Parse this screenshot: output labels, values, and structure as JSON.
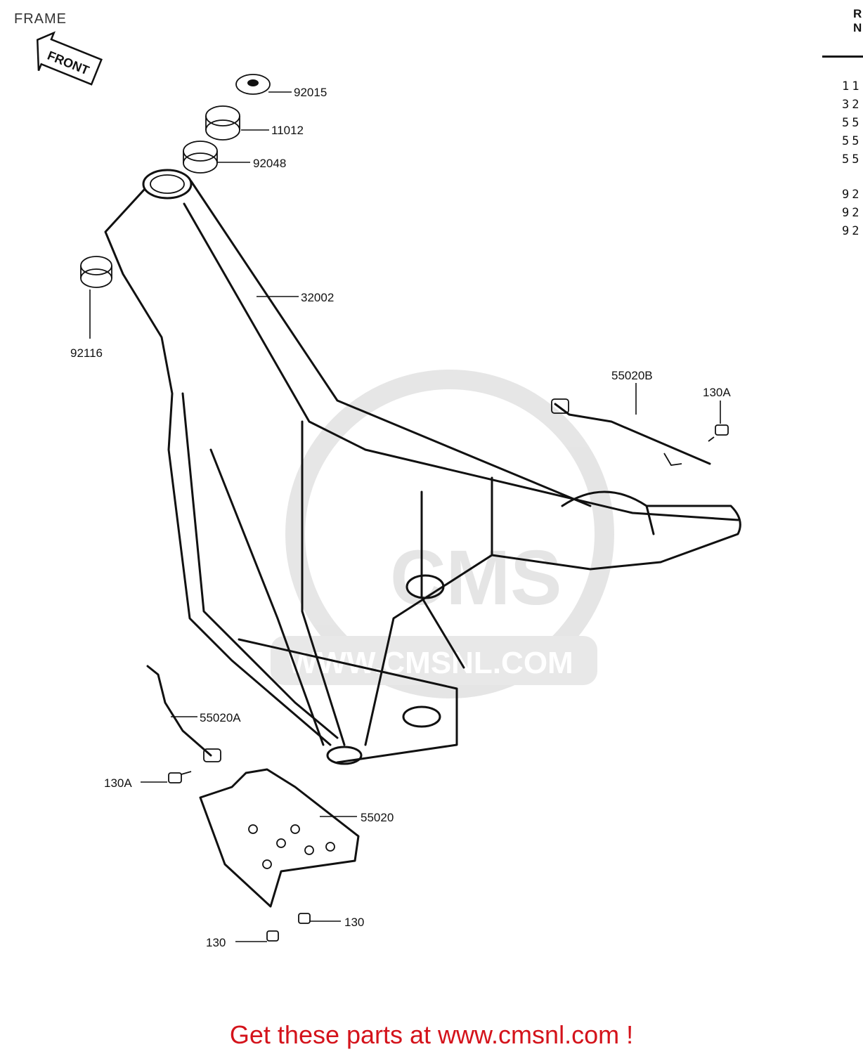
{
  "header": {
    "title": "FRAME",
    "front_label": "FRONT"
  },
  "ref_column": {
    "header_lines": [
      "R",
      "N"
    ],
    "items": [
      "11",
      "32",
      "55",
      "55",
      "55",
      "92",
      "92",
      "92"
    ]
  },
  "callouts": {
    "p92015": "92015",
    "p11012": "11012",
    "p92048": "92048",
    "p32002": "32002",
    "p92116": "92116",
    "p55020B": "55020B",
    "p130A_top": "130A",
    "p55020A": "55020A",
    "p130A_left": "130A",
    "p55020": "55020",
    "p130_right": "130",
    "p130_left": "130"
  },
  "watermark": {
    "text": "WWW.CMSNL.COM",
    "logo": "CMS"
  },
  "footer": {
    "promo": "Get these parts at www.cmsnl.com !"
  },
  "colors": {
    "promo": "#d4131b",
    "watermark": "#d9d9d9",
    "line": "#111111"
  }
}
